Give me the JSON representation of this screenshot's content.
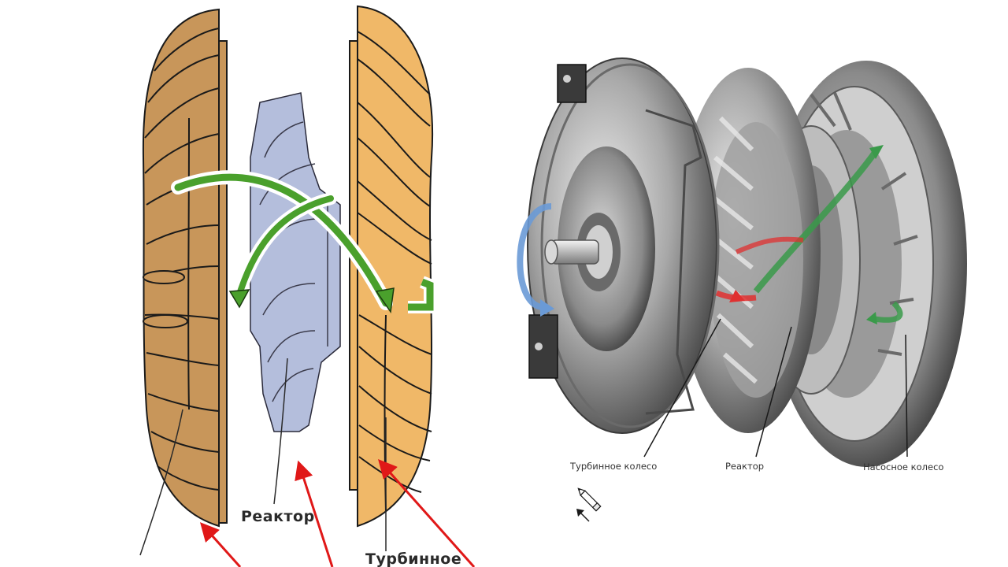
{
  "left_diagram": {
    "title": "Torque converter schematic",
    "labels": {
      "reactor": "Реактор",
      "turbine": "Турбинное"
    },
    "colors": {
      "pump": "#c8965a",
      "turbine": "#f0b868",
      "reactor": "#b4bedc",
      "flow": "#4aa02c",
      "pointer": "#e01818"
    }
  },
  "right_diagram": {
    "title": "Torque converter cutaway",
    "labels": {
      "turbine": "Турбинное колесо",
      "reactor": "Реактор",
      "pump": "Насосное колесо"
    },
    "colors": {
      "rotation": "#6a9ad6",
      "flow_green": "#3a9a4a",
      "flow_red": "#e03030"
    }
  },
  "cursor": {
    "tool": "pencil-icon"
  }
}
